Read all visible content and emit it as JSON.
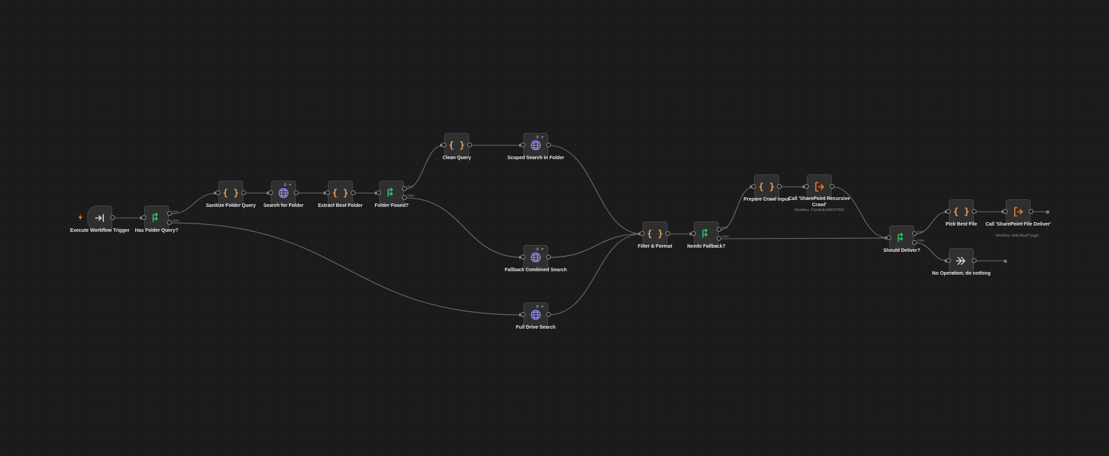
{
  "nodes": {
    "execute_trigger": {
      "label": "Execute Workflow Trigger"
    },
    "has_folder_query": {
      "label": "Has Folder Query?",
      "true_tag": "true",
      "false_tag": "false"
    },
    "sanitize_folder_query": {
      "label": "Sanitize Folder Query"
    },
    "search_for_folder": {
      "label": "Search for Folder"
    },
    "extract_best_folder": {
      "label": "Extract Best Folder"
    },
    "folder_found": {
      "label": "Folder Found?",
      "true_tag": "true",
      "false_tag": "false"
    },
    "clean_query": {
      "label": "Clean Query"
    },
    "scoped_search": {
      "label": "Scoped Search in Folder"
    },
    "fallback_combined_search": {
      "label": "Fallback Combined Search"
    },
    "full_drive_search": {
      "label": "Full Drive Search"
    },
    "filter_format": {
      "label": "Filter & Format"
    },
    "needs_fallback": {
      "label": "Needs Fallback?",
      "true_tag": "true",
      "false_tag": "false"
    },
    "prepare_crawl_input": {
      "label": "Prepare Crawl Input"
    },
    "call_recursive_crawl": {
      "label": "Call 'SharePoint Recursive Crawl'",
      "sublabel": "Workflow: 2YpnBnEoB8KD7RRt"
    },
    "should_deliver": {
      "label": "Should Deliver?",
      "true_tag": "true",
      "false_tag": "false"
    },
    "pick_best_file": {
      "label": "Pick Best File"
    },
    "call_file_deliver": {
      "label": "Call 'SharePoint File Deliver'",
      "sublabel": "Workflow: xRfkJ8buP7yqgd..."
    },
    "no_operation": {
      "label": "No Operation, do nothing"
    }
  },
  "icons": {
    "trigger": "arrow-into-bar-icon",
    "code": "curly-braces-icon",
    "http": "globe-icon",
    "if": "branch-icon",
    "execute_workflow": "sign-out-arrow-icon",
    "noop": "double-chevron-icon"
  },
  "colors": {
    "canvas": "#1b1b1b",
    "node_fill": "#2f2f2f",
    "node_border": "#444444",
    "code_icon": "#e5a35c",
    "http_icon": "#8e8cf0",
    "if_icon": "#35c26b",
    "execute_icon": "#ef7a2f",
    "edge": "#7a7a7a"
  }
}
